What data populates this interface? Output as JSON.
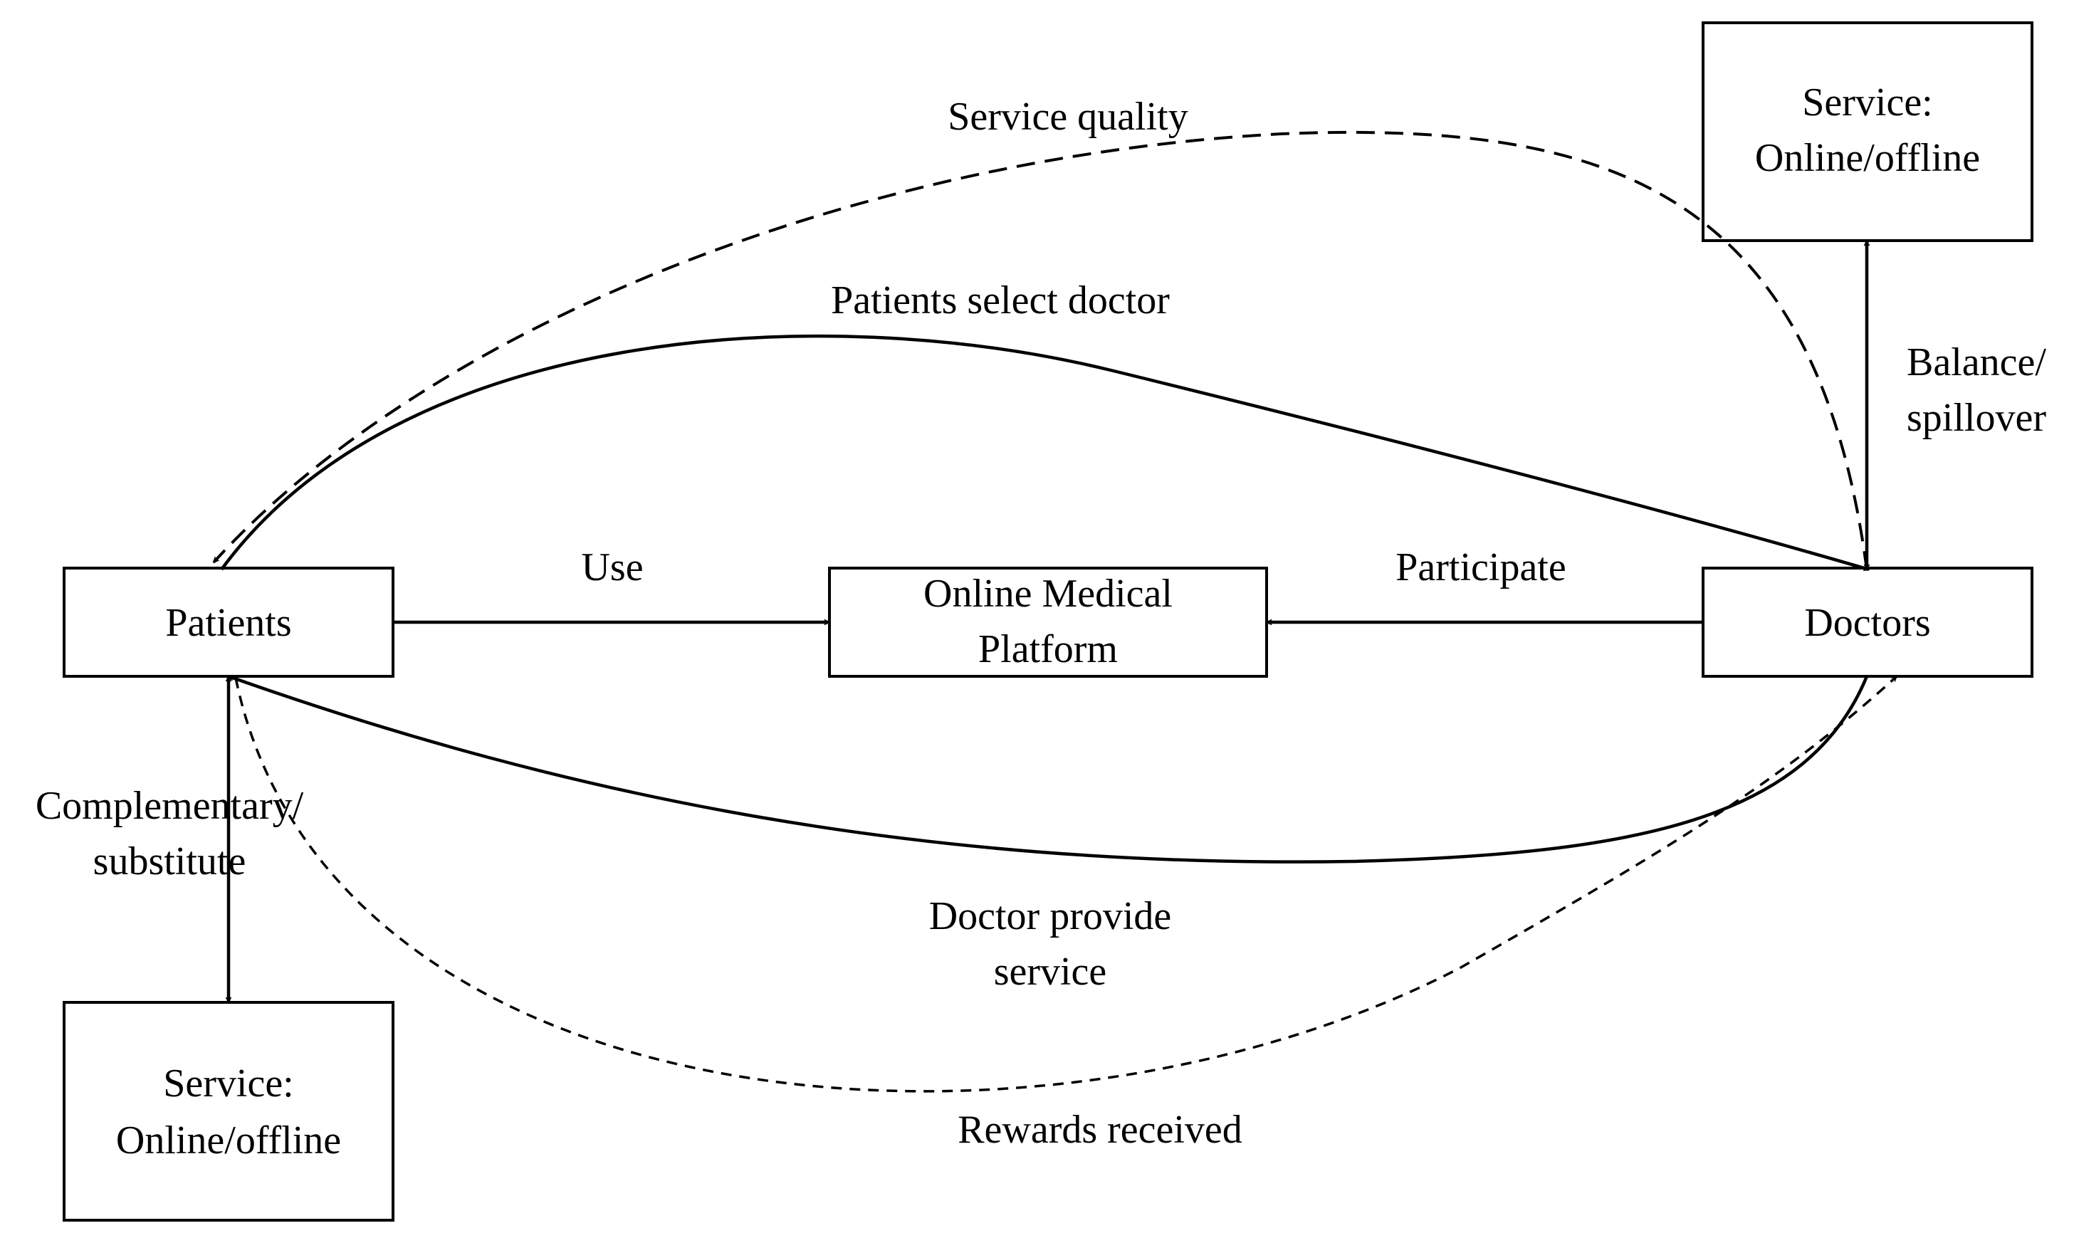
{
  "nodes": {
    "patients": "Patients",
    "platform": [
      "Online Medical",
      "Platform"
    ],
    "doctors": "Doctors",
    "service_top": [
      "Service:",
      "Online/offline"
    ],
    "service_bottom": [
      "Service:",
      "Online/offline"
    ]
  },
  "edges": {
    "use": "Use",
    "participate": "Participate",
    "patients_select_doctor": "Patients select doctor",
    "service_quality": "Service quality",
    "doctor_provide_service": [
      "Doctor provide",
      "service"
    ],
    "rewards_received": "Rewards received",
    "balance_spillover": [
      "Balance/",
      "spillover"
    ],
    "complementary_substitute": [
      "Complementary/",
      "substitute"
    ]
  },
  "colors": {
    "stroke": "#000000",
    "background": "#ffffff"
  }
}
